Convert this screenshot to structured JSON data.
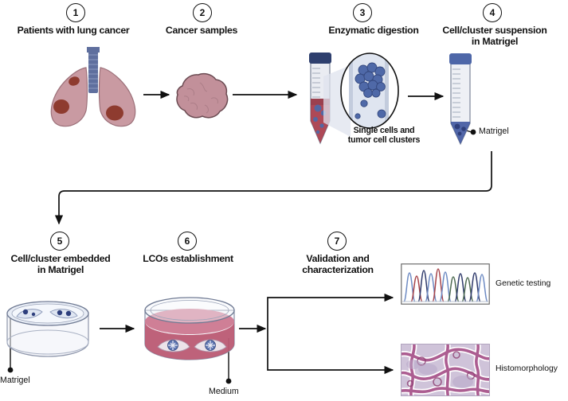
{
  "figure": {
    "title": "Lung cancer organoid (LCO) establishment workflow",
    "colors": {
      "line": "#111111",
      "lung_tissue": "#c99aa2",
      "lung_tissue_dark": "#b2818b",
      "tumor_nodule": "#8e3b2f",
      "trachea": "#5f6f9e",
      "tumor_sample": "#c2909a",
      "tube_cap": "#2e3f6e",
      "tube_body": "#e8ebf2",
      "tube_liquid": "#a83b4a",
      "cell_blue": "#4f69a8",
      "cell_blue_dark": "#33477d",
      "matrigel_blue": "#3f56a0",
      "medium_pink": "#b8556f",
      "medium_pink_light": "#cf7f96",
      "histo_bg": "#cfc3d9",
      "histo_stain": "#a8558c",
      "chromatogram_blue": "#6f8cc4",
      "chromatogram_red": "#a6444a",
      "chromatogram_navy": "#2f3a6b",
      "chromatogram_green": "#4e6b52"
    },
    "steps": [
      {
        "number": "1",
        "heading": "Patients with lung cancer"
      },
      {
        "number": "2",
        "heading": "Cancer samples"
      },
      {
        "number": "3",
        "heading": "Enzymatic digestion"
      },
      {
        "number": "4",
        "heading": "Cell/cluster suspension\nin Matrigel"
      },
      {
        "number": "5",
        "heading": "Cell/cluster embedded\nin Matrigel"
      },
      {
        "number": "6",
        "heading": "LCOs establishment"
      },
      {
        "number": "7",
        "heading": "Validation and\ncharacterization"
      }
    ],
    "annotations": {
      "single_cells_caption": "Single cells and\ntumor cell clusters",
      "matrigel_tube_label": "Matrigel",
      "matrigel_dish_label": "Matrigel",
      "medium_label": "Medium"
    },
    "outputs": [
      {
        "label": "Genetic testing"
      },
      {
        "label": "Histomorphology"
      }
    ],
    "chromatogram": {
      "peak_colors": [
        "#6f8cc4",
        "#a6444a",
        "#2f3a6b",
        "#6f8cc4",
        "#a6444a",
        "#6f8cc4",
        "#4e6b52",
        "#2f3a6b",
        "#4e6b52",
        "#2f3a6b",
        "#6f8cc4"
      ],
      "peak_count": 11
    }
  }
}
